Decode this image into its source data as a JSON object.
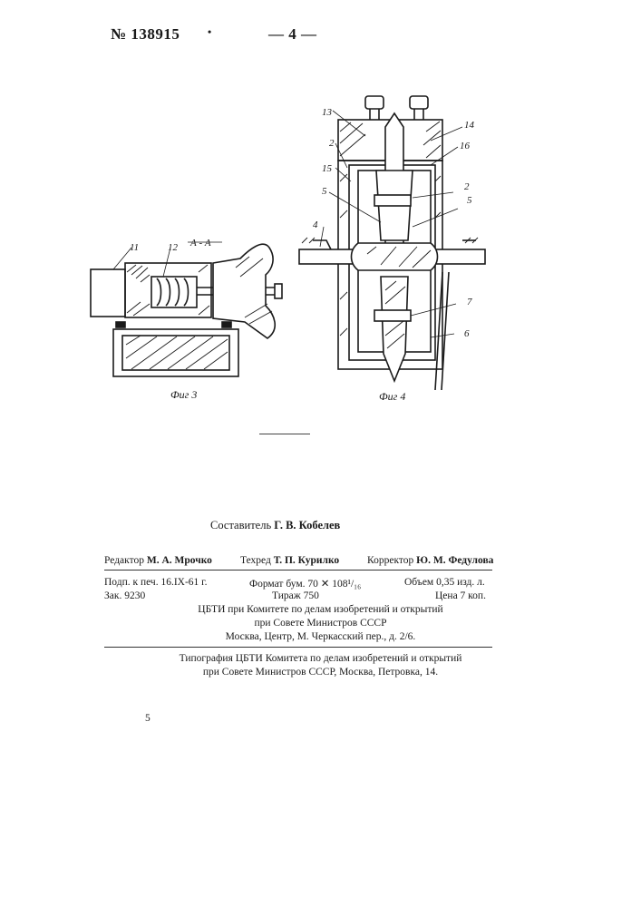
{
  "header": {
    "patent_number": "№ 138915",
    "page_number": "— 4 —"
  },
  "figures": {
    "fig3": {
      "caption": "Фиг 3",
      "labels": [
        "11",
        "12",
        "А - А"
      ]
    },
    "fig4": {
      "caption": "Фиг 4",
      "labels": [
        "13",
        "14",
        "16",
        "2",
        "15",
        "2",
        "5",
        "5",
        "4",
        "7",
        "6"
      ]
    }
  },
  "imprint": {
    "compiler_label": "Составитель",
    "compiler_name": "Г. В. Кобелев",
    "editor_label": "Редактор",
    "editor_name": "М. А. Мрочко",
    "tech_label": "Техред",
    "tech_name": "Т. П. Курилко",
    "corrector_label": "Корректор",
    "corrector_name": "Ю. М. Федулова",
    "signed": "Подп. к печ. 16.IX-61 г.",
    "format": "Формат бум. 70 ✕ 108¹/₁₆",
    "volume": "Объем 0,35 изд. л.",
    "order": "Зак. 9230",
    "print_run": "Тираж 750",
    "price": "Цена 7 коп.",
    "org_line1": "ЦБТИ при Комитете по делам изобретений и открытий",
    "org_line2": "при Совете Министров СССР",
    "org_line3": "Москва, Центр, М. Черкасский пер., д. 2/6.",
    "printer_line1": "Типография ЦБТИ Комитета по делам изобретений и открытий",
    "printer_line2": "при Совете Министров СССР, Москва, Петровка, 14."
  },
  "footer": {
    "mark": "5"
  }
}
